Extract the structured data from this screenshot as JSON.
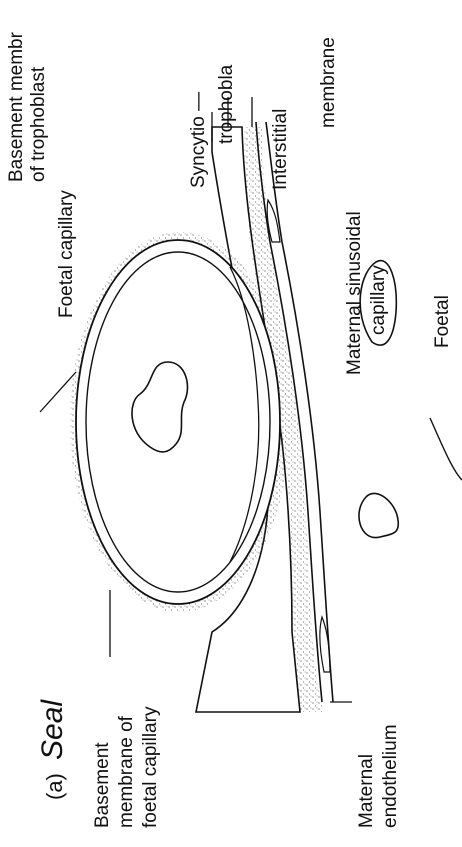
{
  "figure": {
    "panel_label": "(a)",
    "panel_title": "Seal",
    "labels": {
      "basement_membrane_foetal_capillary": [
        "Basement",
        "membrane of",
        "foetal capillary"
      ],
      "maternal_endothelium": [
        "Maternal",
        "endothelium"
      ],
      "foetal_capillary": "Foetal capillary",
      "maternal_sinusoidal_capillary": [
        "Maternal  sinusoidal",
        "capillary"
      ],
      "basement_membrane_trophoblast": [
        "Basement membr",
        "of trophoblast"
      ],
      "syncytio_trophoblast": [
        "Syncytio —",
        "trophobla"
      ],
      "interstitial_membrane": [
        "Interstitial",
        "membrane"
      ],
      "foetal_partial": "Foetal"
    },
    "colors": {
      "ink": "#111111",
      "stipple": "#555555",
      "background": "#ffffff"
    }
  }
}
